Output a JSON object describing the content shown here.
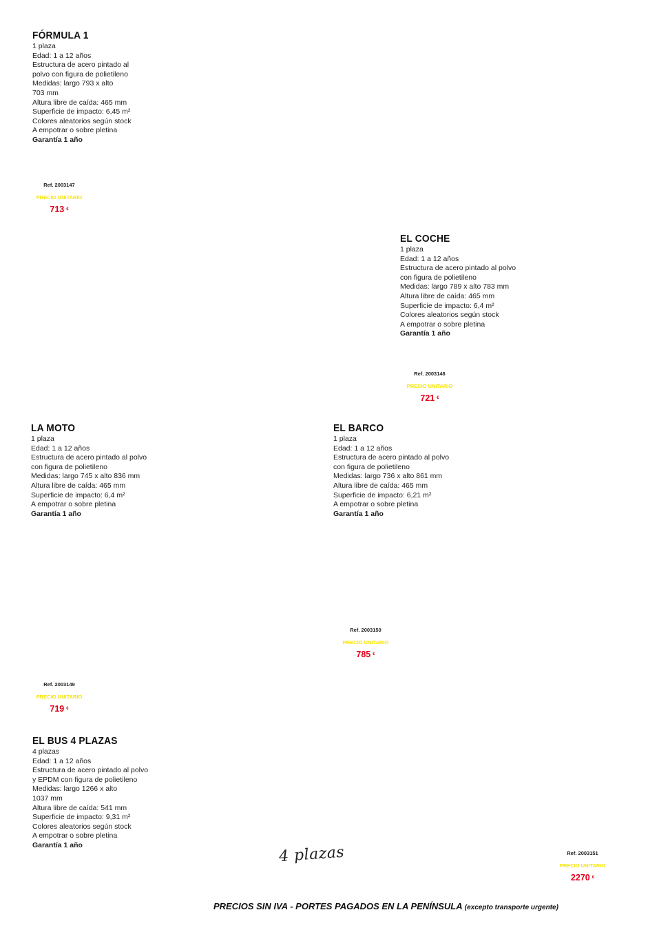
{
  "products": [
    {
      "title": "FÓRMULA 1",
      "specs": [
        "1 plaza",
        "Edad: 1 a 12 años",
        "Estructura de acero pintado al",
        "polvo con figura de polietileno",
        "Medidas: largo 793 x alto",
        "703 mm",
        "Altura libre de caída: 465 mm",
        "Superficie de impacto: 6,45 m²",
        "Colores aleatorios según stock",
        "A empotrar o sobre pletina"
      ],
      "warranty": "Garantía 1 año",
      "ref": "Ref. 2003147",
      "unit_label": "PRECIO UNITARIO",
      "price": "713",
      "currency": "€"
    },
    {
      "title": "EL COCHE",
      "specs": [
        "1 plaza",
        "Edad: 1 a 12 años",
        "Estructura de acero pintado al polvo",
        "con figura de polietileno",
        "Medidas: largo 789 x alto 783 mm",
        "Altura libre de caída: 465 mm",
        "Superficie de impacto: 6,4 m²",
        "Colores aleatorios según stock",
        "A empotrar o sobre pletina"
      ],
      "warranty": "Garantía 1 año",
      "ref": "Ref. 2003148",
      "unit_label": "PRECIO UNITARIO",
      "price": "721",
      "currency": "€"
    },
    {
      "title": "LA MOTO",
      "specs": [
        "1 plaza",
        "Edad: 1 a 12 años",
        "Estructura de acero pintado al polvo",
        "con figura de polietileno",
        "Medidas: largo 745 x alto 836 mm",
        "Altura libre de caída: 465 mm",
        "Superficie de impacto: 6,4 m²",
        "A empotrar o sobre pletina"
      ],
      "warranty": "Garantía 1 año",
      "ref": "Ref. 2003149",
      "unit_label": "PRECIO UNITARIO",
      "price": "719",
      "currency": "€"
    },
    {
      "title": "EL BARCO",
      "specs": [
        "1 plaza",
        "Edad: 1 a 12 años",
        "Estructura de acero pintado al polvo",
        "con figura de polietileno",
        "Medidas: largo 736 x alto 861 mm",
        "Altura libre de caída: 465 mm",
        "Superficie de impacto: 6,21 m²",
        "A empotrar o sobre pletina"
      ],
      "warranty": "Garantía 1 año",
      "ref": "Ref. 2003150",
      "unit_label": "PRECIO UNITARIO",
      "price": "785",
      "currency": "€"
    },
    {
      "title": "EL BUS 4 PLAZAS",
      "specs": [
        "4 plazas",
        "Edad: 1 a 12 años",
        "Estructura de acero pintado al polvo",
        "y EPDM con figura de polietileno",
        "Medidas: largo 1266 x alto",
        "1037 mm",
        "Altura libre de caída: 541 mm",
        "Superficie de impacto: 9,31 m²",
        "Colores aleatorios según stock",
        "A empotrar o sobre pletina"
      ],
      "warranty": "Garantía 1 año",
      "ref": "Ref. 2003151",
      "unit_label": "PRECIO UNITARIO",
      "price": "2270",
      "currency": "€"
    }
  ],
  "handwritten_note": "4 plazas",
  "footer": {
    "main": "PRECIOS SIN IVA - PORTES PAGADOS EN LA PENÍNSULA",
    "note": "(excepto transporte urgente)"
  },
  "colors": {
    "price": "#e1001a",
    "unit_label": "#f5e400",
    "text": "#1a1a1a"
  }
}
